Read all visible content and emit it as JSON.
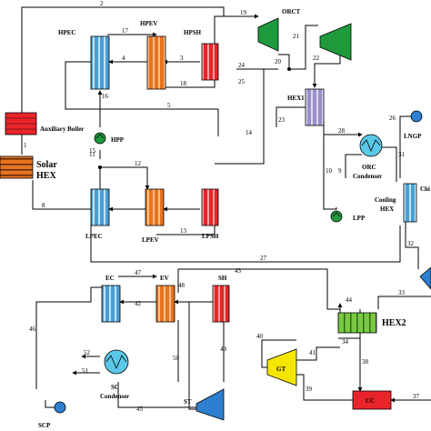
{
  "components": {
    "hpec": "HPEC",
    "hpev": "HPEV",
    "hpsh": "HPSH",
    "orct": "ORCT",
    "hex1": "HEX1",
    "auxiliary_boiler": "Auxiliary Boiler",
    "hpp": "HPP",
    "solar_hex_1": "Solar",
    "solar_hex_2": "HEX",
    "lpec": "LPEC",
    "lpev": "LPEV",
    "lpsh": "LPSH",
    "orc_condenser_1": "ORC",
    "orc_condenser_2": "Condenser",
    "lpp": "LPP",
    "lngp": "LNGP",
    "cooling_hex_1": "Cooling",
    "cooling_hex_2": "HEX",
    "chiller_partial": "Chi",
    "ec": "EC",
    "ev": "EV",
    "sh": "SH",
    "hex2": "HEX2",
    "gt": "GT",
    "st": "ST",
    "cc": "CC",
    "sc_condenser_1": "SC",
    "sc_condenser_2": "Condenser",
    "scp": "SCP"
  },
  "stream_labels": [
    "1",
    "2",
    "3",
    "4",
    "5",
    "8",
    "9",
    "10",
    "11",
    "12",
    "13",
    "14",
    "15",
    "16",
    "17",
    "18",
    "19",
    "20",
    "21",
    "22",
    "23",
    "24",
    "25",
    "26",
    "27",
    "28",
    "31",
    "32",
    "33",
    "34",
    "37",
    "38",
    "39",
    "40",
    "41",
    "42",
    "43",
    "44",
    "45",
    "46",
    "47",
    "48",
    "49",
    "50",
    "51",
    "52"
  ],
  "colors": {
    "boiler_red": "#e8242a",
    "economizer_blue": "#4a9fd4",
    "evaporator_orange": "#e8731e",
    "superheater_red": "#e8242a",
    "turbine_green": "#1e9a3c",
    "turbine_blue": "#2e7fcf",
    "gas_turbine_yellow": "#f5e600",
    "hex2_green": "#7ac943",
    "hex1_purple": "#9b8fc8",
    "condenser_cyan": "#5bc8e8"
  }
}
